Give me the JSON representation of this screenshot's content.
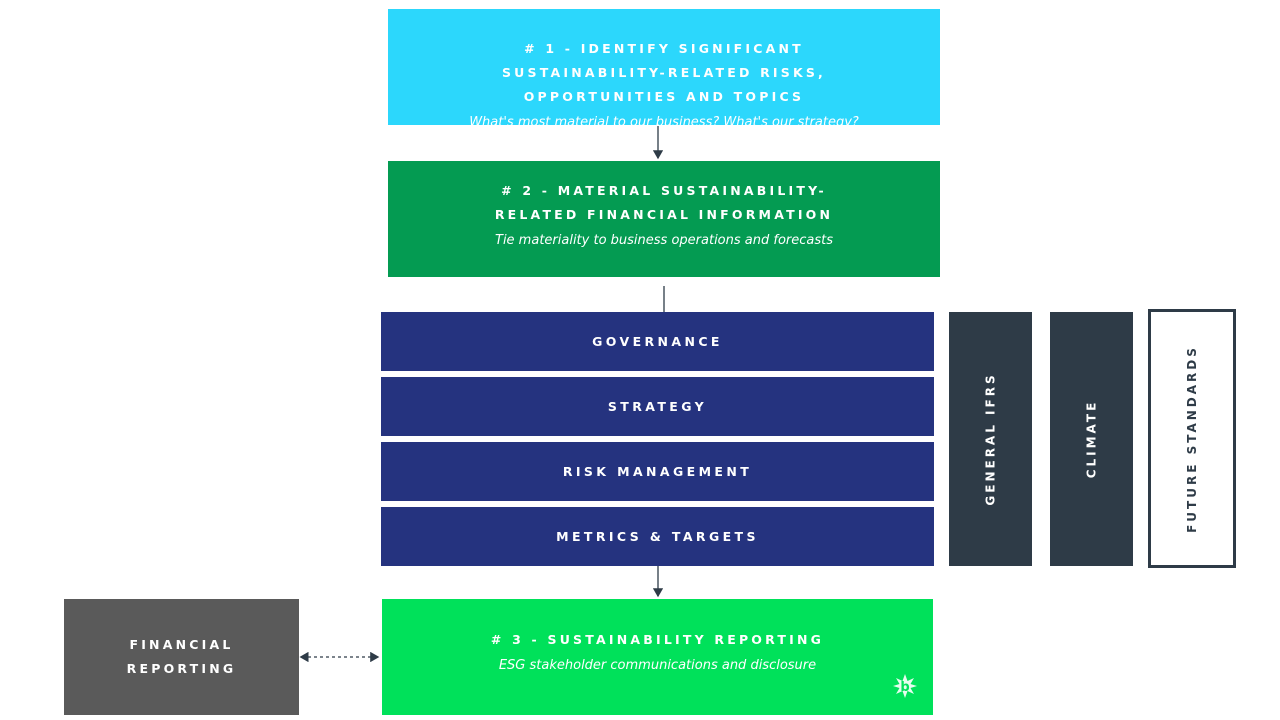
{
  "step1": {
    "heading": "# 1 - IDENTIFY SIGNIFICANT SUSTAINABILITY-RELATED RISKS, OPPORTUNITIES AND TOPICS",
    "subtitle": "What's most material to our business? What's our strategy?"
  },
  "step2": {
    "heading": "# 2 - MATERIAL SUSTAINABILITY-RELATED FINANCIAL INFORMATION",
    "subtitle": "Tie materiality to business operations and forecasts"
  },
  "pillars": [
    "GOVERNANCE",
    "STRATEGY",
    "RISK MANAGEMENT",
    "METRICS & TARGETS"
  ],
  "standards": [
    "GENERAL IFRS",
    "CLIMATE",
    "FUTURE STANDARDS"
  ],
  "step3": {
    "heading": "# 3 - SUSTAINABILITY REPORTING",
    "subtitle": "ESG stakeholder communications and disclosure"
  },
  "financial_reporting": "FINANCIAL REPORTING",
  "colors": {
    "step1": "#2cd7fc",
    "step2": "#049b52",
    "pillar": "#25337f",
    "standard": "#2e3b47",
    "step3": "#00e15a",
    "financial": "#5a5a5a"
  },
  "logo_icon": "b-star-logo-icon"
}
